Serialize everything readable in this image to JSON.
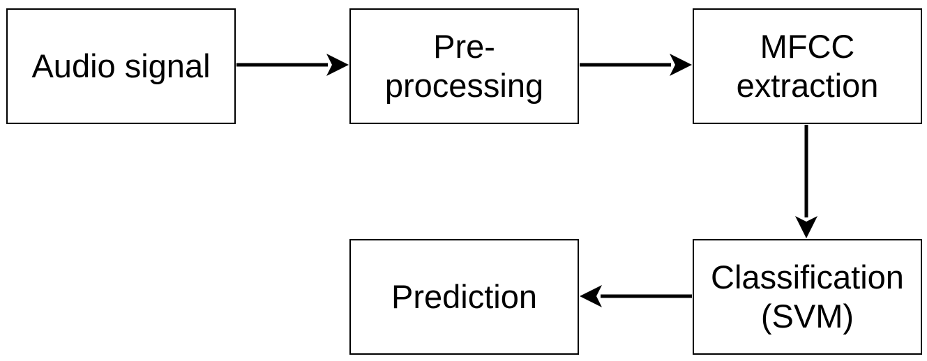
{
  "diagram": {
    "nodes": [
      {
        "id": "audio",
        "lines": [
          "Audio signal"
        ]
      },
      {
        "id": "pre",
        "lines": [
          "Pre-",
          "processing"
        ]
      },
      {
        "id": "mfcc",
        "lines": [
          "MFCC",
          "extraction"
        ]
      },
      {
        "id": "class",
        "lines": [
          "Classification",
          "(SVM)"
        ]
      },
      {
        "id": "pred",
        "lines": [
          "Prediction"
        ]
      }
    ],
    "edges": [
      {
        "from": "audio",
        "to": "pre"
      },
      {
        "from": "pre",
        "to": "mfcc"
      },
      {
        "from": "mfcc",
        "to": "class"
      },
      {
        "from": "class",
        "to": "pred"
      }
    ],
    "colors": {
      "stroke": "#000000",
      "fill": "#ffffff",
      "text": "#000000"
    }
  }
}
